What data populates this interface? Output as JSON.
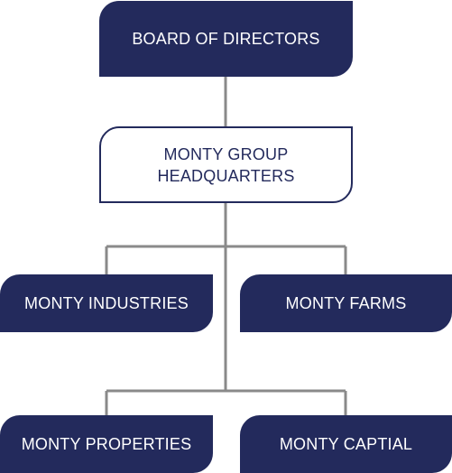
{
  "colors": {
    "navy": "#232a5c",
    "connector": "#8a8a8a",
    "background": "#ffffff"
  },
  "org_chart": {
    "root": {
      "label": "BOARD OF DIRECTORS"
    },
    "headquarters": {
      "label": "MONTY GROUP\nHEADQUARTERS"
    },
    "subsidiaries": [
      {
        "label": "MONTY INDUSTRIES"
      },
      {
        "label": "MONTY FARMS"
      },
      {
        "label": "MONTY PROPERTIES"
      },
      {
        "label": "MONTY CAPTIAL"
      }
    ]
  }
}
